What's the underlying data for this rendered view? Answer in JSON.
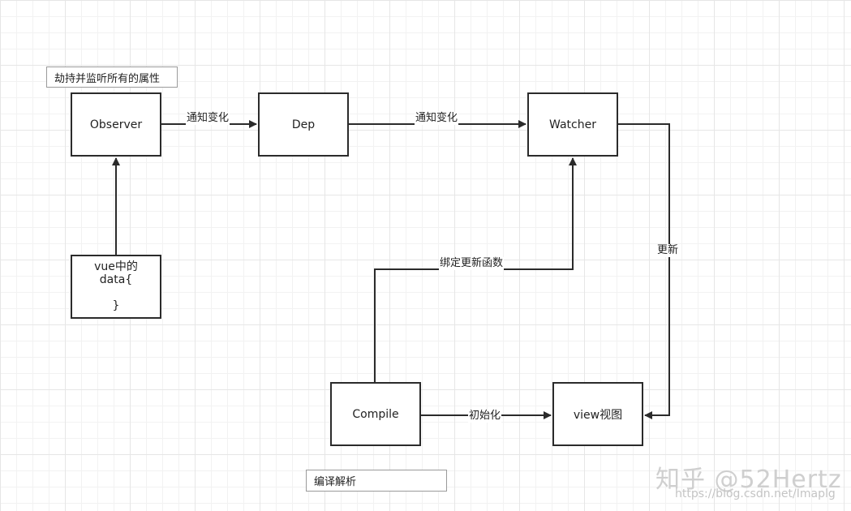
{
  "notes": {
    "hijack": "劫持并监听所有的属性",
    "compile_parse": "编译解析"
  },
  "nodes": {
    "observer": "Observer",
    "dep": "Dep",
    "watcher": "Watcher",
    "data_lines": [
      "vue中的",
      "data{",
      "",
      "}"
    ],
    "compile": "Compile",
    "view": "view视图"
  },
  "edges": {
    "observer_dep": "通知变化",
    "dep_watcher": "通知变化",
    "watcher_view": "更新",
    "compile_watcher": "绑定更新函数",
    "compile_view": "初始化"
  },
  "watermark": {
    "brand": "知乎 @52Hertz",
    "url": "https://blog.csdn.net/Imaplg"
  }
}
